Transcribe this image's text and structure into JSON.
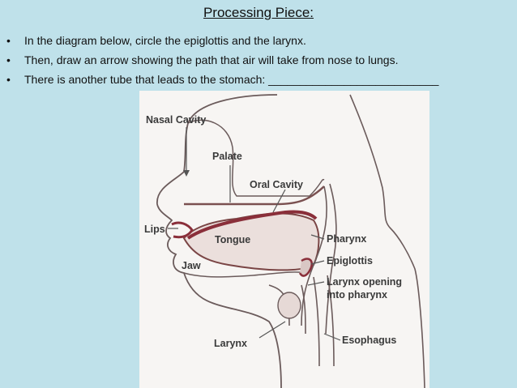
{
  "title": "Processing Piece:",
  "bullets": [
    "In the diagram below, circle the epiglottis and the larynx.",
    "Then, draw an arrow showing the path that air will take from nose to lungs.",
    "There is another tube that leads to the stomach: ___________________________"
  ],
  "diagram": {
    "labels": {
      "nasal_cavity": "Nasal Cavity",
      "palate": "Palate",
      "oral_cavity": "Oral Cavity",
      "lips": "Lips",
      "tongue": "Tongue",
      "jaw": "Jaw",
      "pharynx": "Pharynx",
      "epiglottis": "Epiglottis",
      "larynx_opening_1": "Larynx opening",
      "larynx_opening_2": "into pharynx",
      "larynx": "Larynx",
      "esophagus": "Esophagus"
    }
  }
}
